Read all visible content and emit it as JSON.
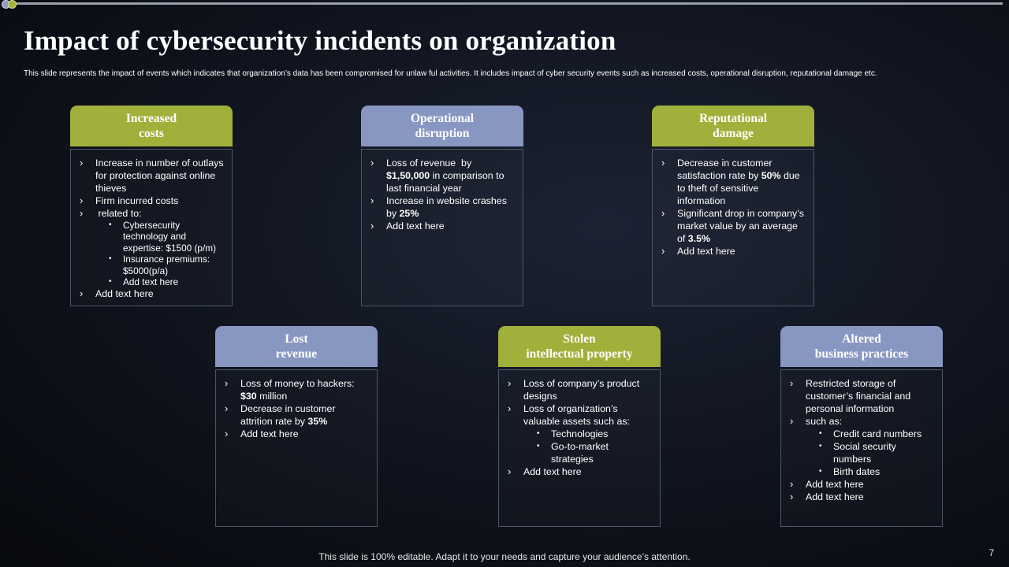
{
  "title": "Impact of cybersecurity incidents on organization",
  "subtitle": "This slide represents the impact of events which indicates that organization’s data has been compromised for unlaw ful activities. It includes impact of cyber security events such as increased costs, operational disruption, reputational damage etc.",
  "footer": "This slide is 100% editable. Adapt it to your needs and capture your audience’s attention.",
  "page_number": "7",
  "colors": {
    "green": "#a1b03a",
    "blue": "#8896c2",
    "background": "#0f131d"
  },
  "cards": {
    "increased_costs": {
      "title": "Increased\ncosts",
      "item1": "Increase in number of outlays for protection against online thieves",
      "item2": "Firm incurred costs",
      "item3": " related to:",
      "sub1": "Cybersecurity technology and expertise: $1500 (p/m)",
      "sub2": "Insurance premiums: $5000(p/a)",
      "sub3": "Add text here",
      "item4": "Add text here"
    },
    "operational_disruption": {
      "title": "Operational\ndisruption",
      "item1_a": "Loss of revenue  by ",
      "item1_b": "$1,50,000",
      "item1_c": " in comparison to last financial  year",
      "item2_a": "Increase in website crashes by ",
      "item2_b": "25%",
      "item3": "Add text here"
    },
    "reputational_damage": {
      "title": "Reputational\ndamage",
      "item1_a": "Decrease in customer satisfaction rate by ",
      "item1_b": "50%",
      "item1_c": " due to theft  of sensitive information",
      "item2_a": "Significant drop in company’s market value by an average  of ",
      "item2_b": "3.5%",
      "item3": "Add text here"
    },
    "lost_revenue": {
      "title": "Lost\nrevenue",
      "item1_a": "Loss of money to hackers: ",
      "item1_b": "$30",
      "item1_c": " million",
      "item2_a": "Decrease in customer attrition rate  by ",
      "item2_b": "35%",
      "item3": "Add text here"
    },
    "stolen_ip": {
      "title": "Stolen\nintellectual property",
      "item1": "Loss of company’s product designs",
      "item2": "Loss of organization’s valuable  assets such as:",
      "sub1": "Technologies",
      "sub2": "Go-to-market strategies",
      "item3": "Add text here"
    },
    "altered_practices": {
      "title": "Altered\nbusiness practices",
      "item1": "Restricted storage of customer’s financial and personal information",
      "item2": "such as:",
      "sub1": "Credit card numbers",
      "sub2": "Social security numbers",
      "sub3": "Birth dates",
      "item3": "Add text here",
      "item4": "Add text here"
    }
  }
}
